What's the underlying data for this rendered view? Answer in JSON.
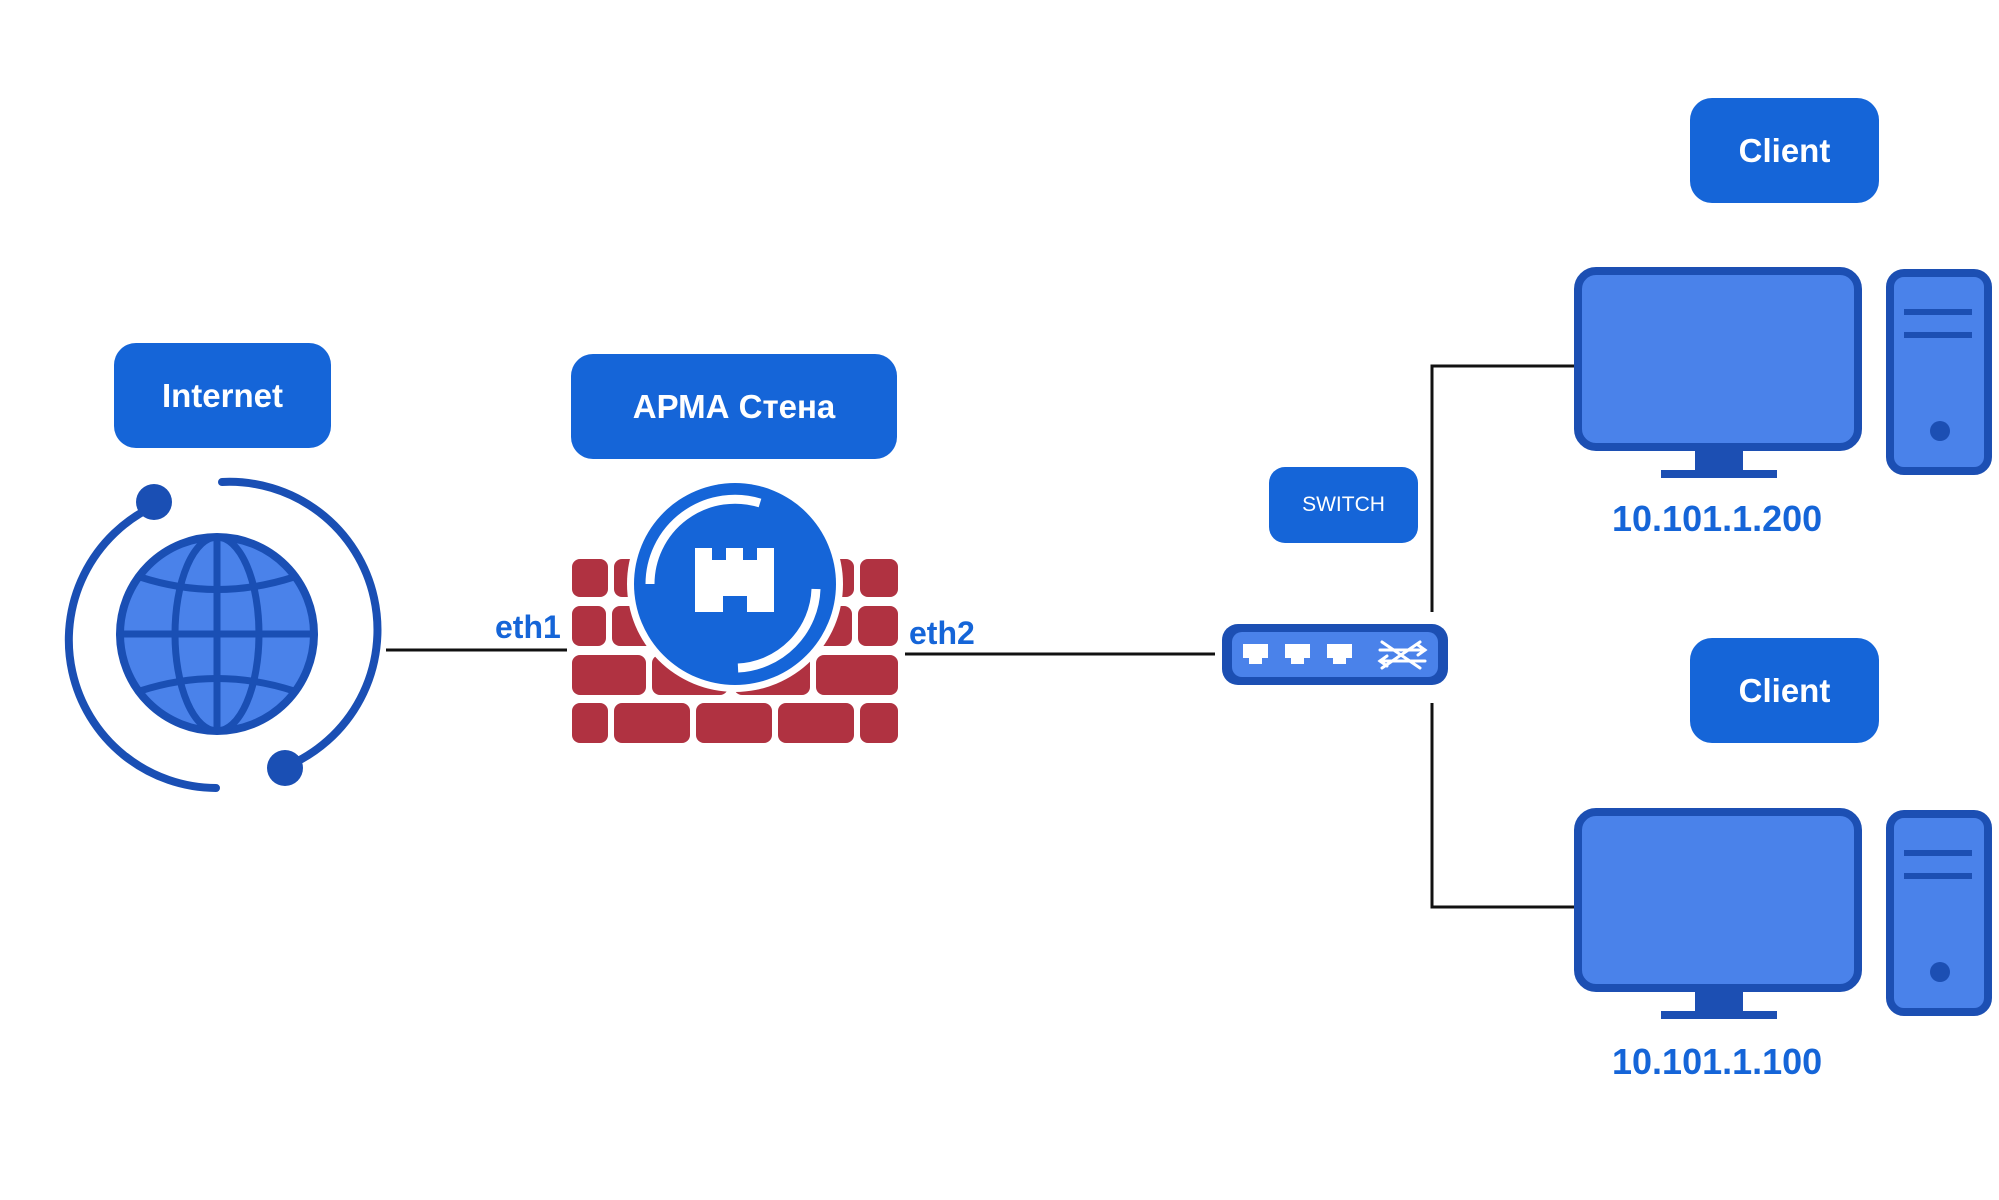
{
  "nodes": {
    "internet": {
      "label": "Internet",
      "icon": "globe-icon"
    },
    "firewall": {
      "label": "АРМА Стена",
      "icon": "firewall-brick-icon"
    },
    "switch": {
      "label": "SWITCH",
      "icon": "network-switch-icon"
    },
    "client_top": {
      "label": "Client",
      "ip": "10.101.1.200",
      "icon": "desktop-computer-icon"
    },
    "client_bottom": {
      "label": "Client",
      "ip": "10.101.1.100",
      "icon": "desktop-computer-icon"
    }
  },
  "interfaces": {
    "eth1": "eth1",
    "eth2": "eth2"
  },
  "colors": {
    "accent": "#1565d8",
    "icon_fill": "#4a82ea",
    "icon_stroke": "#1c4fb3",
    "brick": "#b03241",
    "line": "#111111"
  }
}
